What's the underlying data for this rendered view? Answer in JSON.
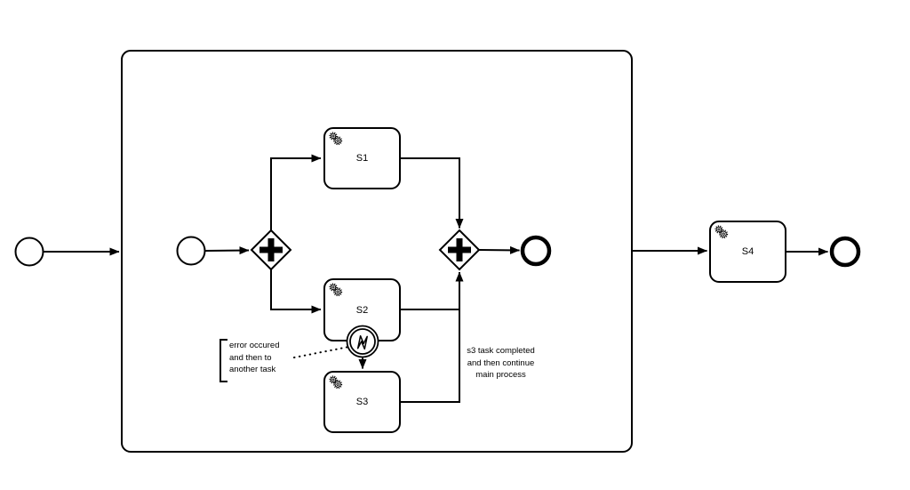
{
  "diagram": {
    "background_color": "#ffffff",
    "stroke_color": "#000000",
    "tasks": [
      {
        "label": "S1",
        "icon": "service-gears-icon"
      },
      {
        "label": "S2",
        "icon": "service-gears-icon"
      },
      {
        "label": "S3",
        "icon": "service-gears-icon"
      },
      {
        "label": "S4",
        "icon": "service-gears-icon"
      }
    ],
    "events": {
      "outer_start": "start-event-circle",
      "inner_start": "start-event-circle",
      "inner_end": "end-event-thick-circle",
      "outer_end": "end-event-thick-circle",
      "boundary_error": "error-boundary-event-double-circle-lightning"
    },
    "gateways": {
      "split_symbol": "+",
      "join_symbol": "+"
    },
    "annotations": {
      "error_note": "error occured\nand then to\nanother task",
      "s3_note": "s3 task completed\nand then continue\nmain process"
    }
  }
}
